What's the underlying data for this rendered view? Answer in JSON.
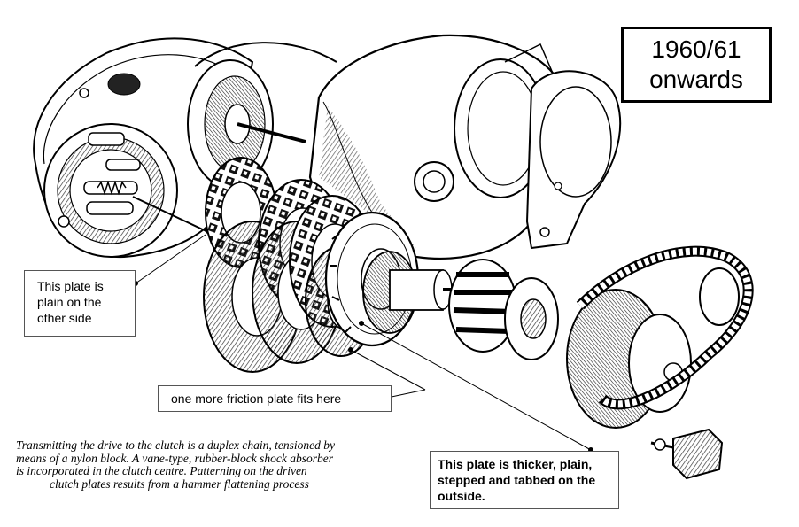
{
  "year_label": {
    "line1": "1960/61",
    "line2": "onwards"
  },
  "callouts": {
    "plain_other_side": [
      "This plate is",
      "plain on the",
      "other side"
    ],
    "friction_plate": [
      "one more friction plate fits here"
    ],
    "thicker_plate": [
      "This plate is thicker, plain,",
      "stepped and tabbed on the",
      "outside."
    ]
  },
  "caption": [
    "Transmitting the drive to the clutch is a duplex chain, tensioned by",
    "means of a nylon block.  A vane-type, rubber-block shock absorber",
    "is incorporated in the clutch centre.  Patterning on the driven",
    "clutch plates results from a hammer flattening process"
  ],
  "colors": {
    "ink": "#000000",
    "paper": "#ffffff",
    "hatch": "#3a3a3a"
  }
}
